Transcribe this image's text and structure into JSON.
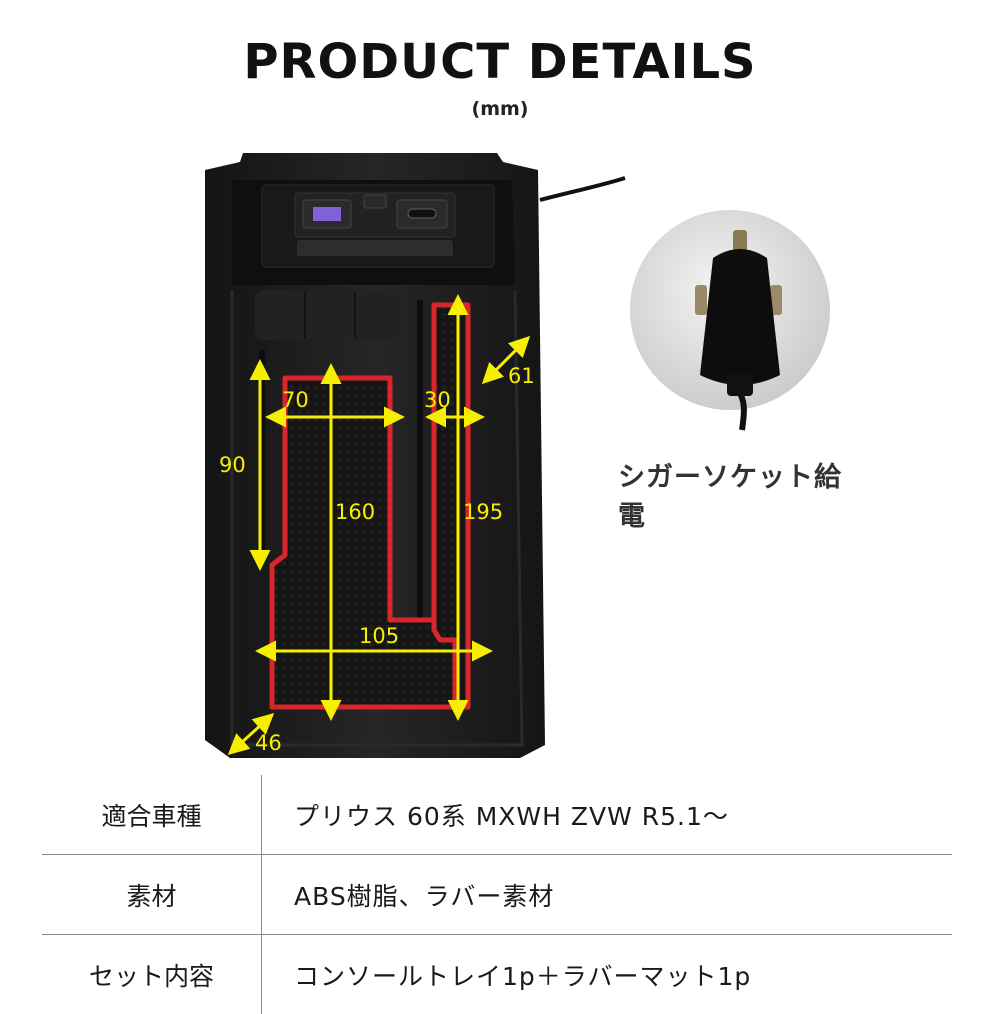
{
  "header": {
    "title": "PRODUCT DETAILS",
    "unit": "(mm)"
  },
  "dimensions": {
    "d70": "70",
    "d30": "30",
    "d61": "61",
    "d90": "90",
    "d160": "160",
    "d195": "195",
    "d105": "105",
    "d46": "46"
  },
  "plug": {
    "caption": "シガーソケット給電"
  },
  "specs": [
    {
      "label": "適合車種",
      "value": "プリウス 60系 MXWH ZVW R5.1～"
    },
    {
      "label": "素材",
      "value": "ABS樹脂、ラバー素材"
    },
    {
      "label": "セット内容",
      "value": "コンソールトレイ1p＋ラバーマット1p"
    }
  ],
  "colors": {
    "dimension_arrow": "#f7ef00",
    "mat_outline": "#d8262a",
    "tray": "#1c1c1c",
    "background": "#ffffff"
  }
}
